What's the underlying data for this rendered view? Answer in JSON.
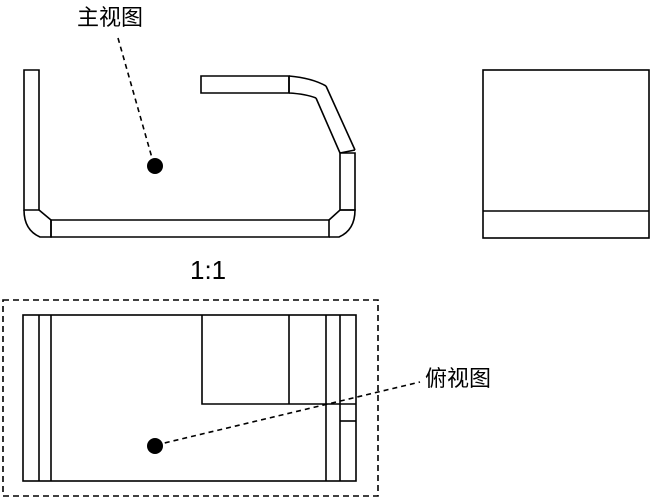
{
  "labels": {
    "front_view": "主视图",
    "top_view": "俯视图",
    "scale": "1:1"
  },
  "colors": {
    "line": "#000000",
    "background": "#ffffff"
  }
}
